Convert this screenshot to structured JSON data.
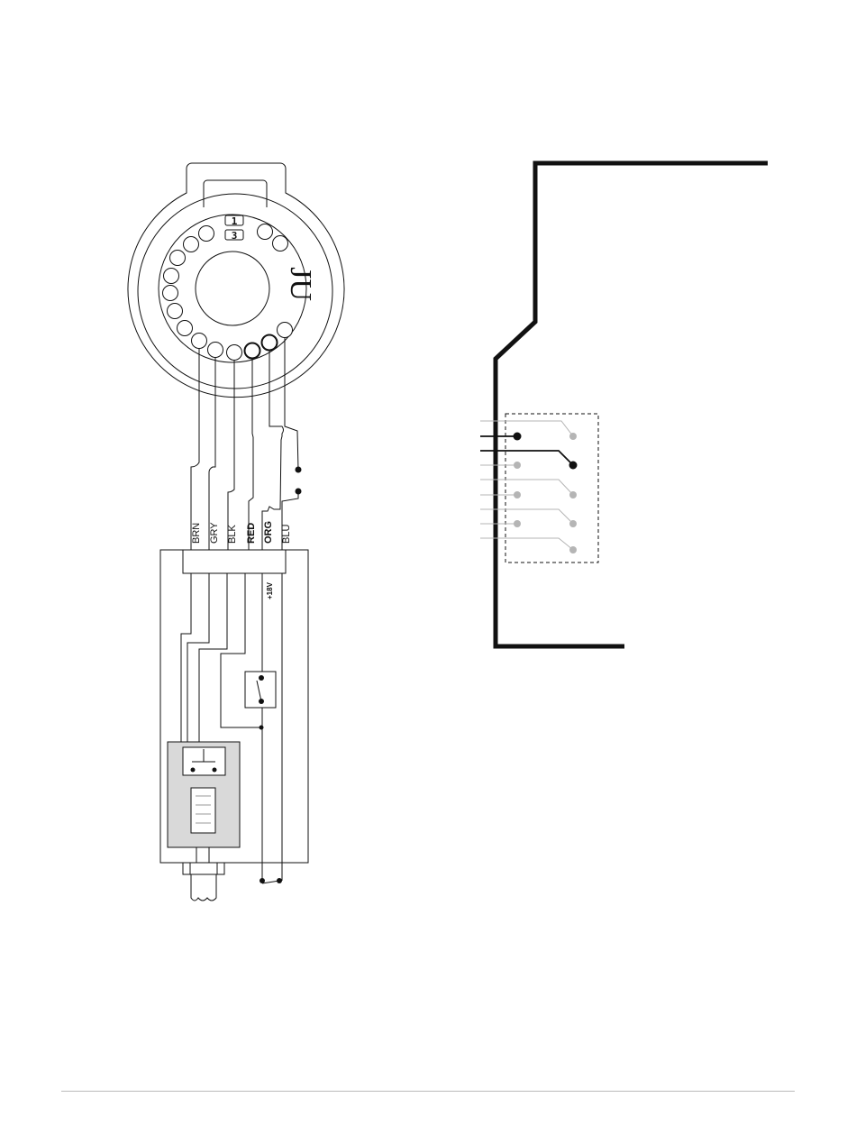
{
  "wire_labels": [
    {
      "key": "brn",
      "text": "BRN",
      "bold": false
    },
    {
      "key": "gry",
      "text": "GRY",
      "bold": false
    },
    {
      "key": "blk",
      "text": "BLK",
      "bold": false
    },
    {
      "key": "red",
      "text": "RED",
      "bold": true
    },
    {
      "key": "org",
      "text": "ORG",
      "bold": true
    },
    {
      "key": "blu",
      "text": "BLU",
      "bold": false
    }
  ],
  "voltage_label": "+18V",
  "connector_pin_labels": {
    "top": "1",
    "bottom": "3"
  },
  "logo": {
    "text": "JU"
  },
  "colors": {
    "line": "#111111",
    "module_fill": "#d9d9d9",
    "inactive_pin": "#b5b5b5",
    "footer_rule": "#bbbbbb"
  }
}
